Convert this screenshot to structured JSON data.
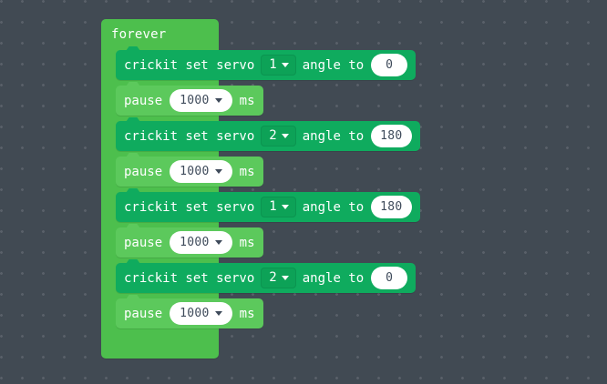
{
  "theme": {
    "canvas_bg": "#414a53",
    "grid_dot": "#596069",
    "loop_green": "#4dbf4d",
    "servo_green": "#0fab5e",
    "pause_green": "#5cc95c",
    "field_white": "#ffffff",
    "field_text": "#3f4b5b",
    "block_text": "#ffffff"
  },
  "workspace": {
    "name": "makecode-blocks-workspace",
    "loop": {
      "label": "forever",
      "blocks": [
        {
          "kind": "servo",
          "prefix": "crickit set servo",
          "dropdown": "1",
          "middle": "angle to",
          "value": "0",
          "caret_icon": "chevron-down-icon"
        },
        {
          "kind": "pause",
          "prefix": "pause",
          "dropdown": "1000",
          "suffix": "ms",
          "caret_icon": "chevron-down-icon"
        },
        {
          "kind": "servo",
          "prefix": "crickit set servo",
          "dropdown": "2",
          "middle": "angle to",
          "value": "180",
          "caret_icon": "chevron-down-icon"
        },
        {
          "kind": "pause",
          "prefix": "pause",
          "dropdown": "1000",
          "suffix": "ms",
          "caret_icon": "chevron-down-icon"
        },
        {
          "kind": "servo",
          "prefix": "crickit set servo",
          "dropdown": "1",
          "middle": "angle to",
          "value": "180",
          "caret_icon": "chevron-down-icon"
        },
        {
          "kind": "pause",
          "prefix": "pause",
          "dropdown": "1000",
          "suffix": "ms",
          "caret_icon": "chevron-down-icon"
        },
        {
          "kind": "servo",
          "prefix": "crickit set servo",
          "dropdown": "2",
          "middle": "angle to",
          "value": "0",
          "caret_icon": "chevron-down-icon"
        },
        {
          "kind": "pause",
          "prefix": "pause",
          "dropdown": "1000",
          "suffix": "ms",
          "caret_icon": "chevron-down-icon"
        }
      ]
    }
  }
}
